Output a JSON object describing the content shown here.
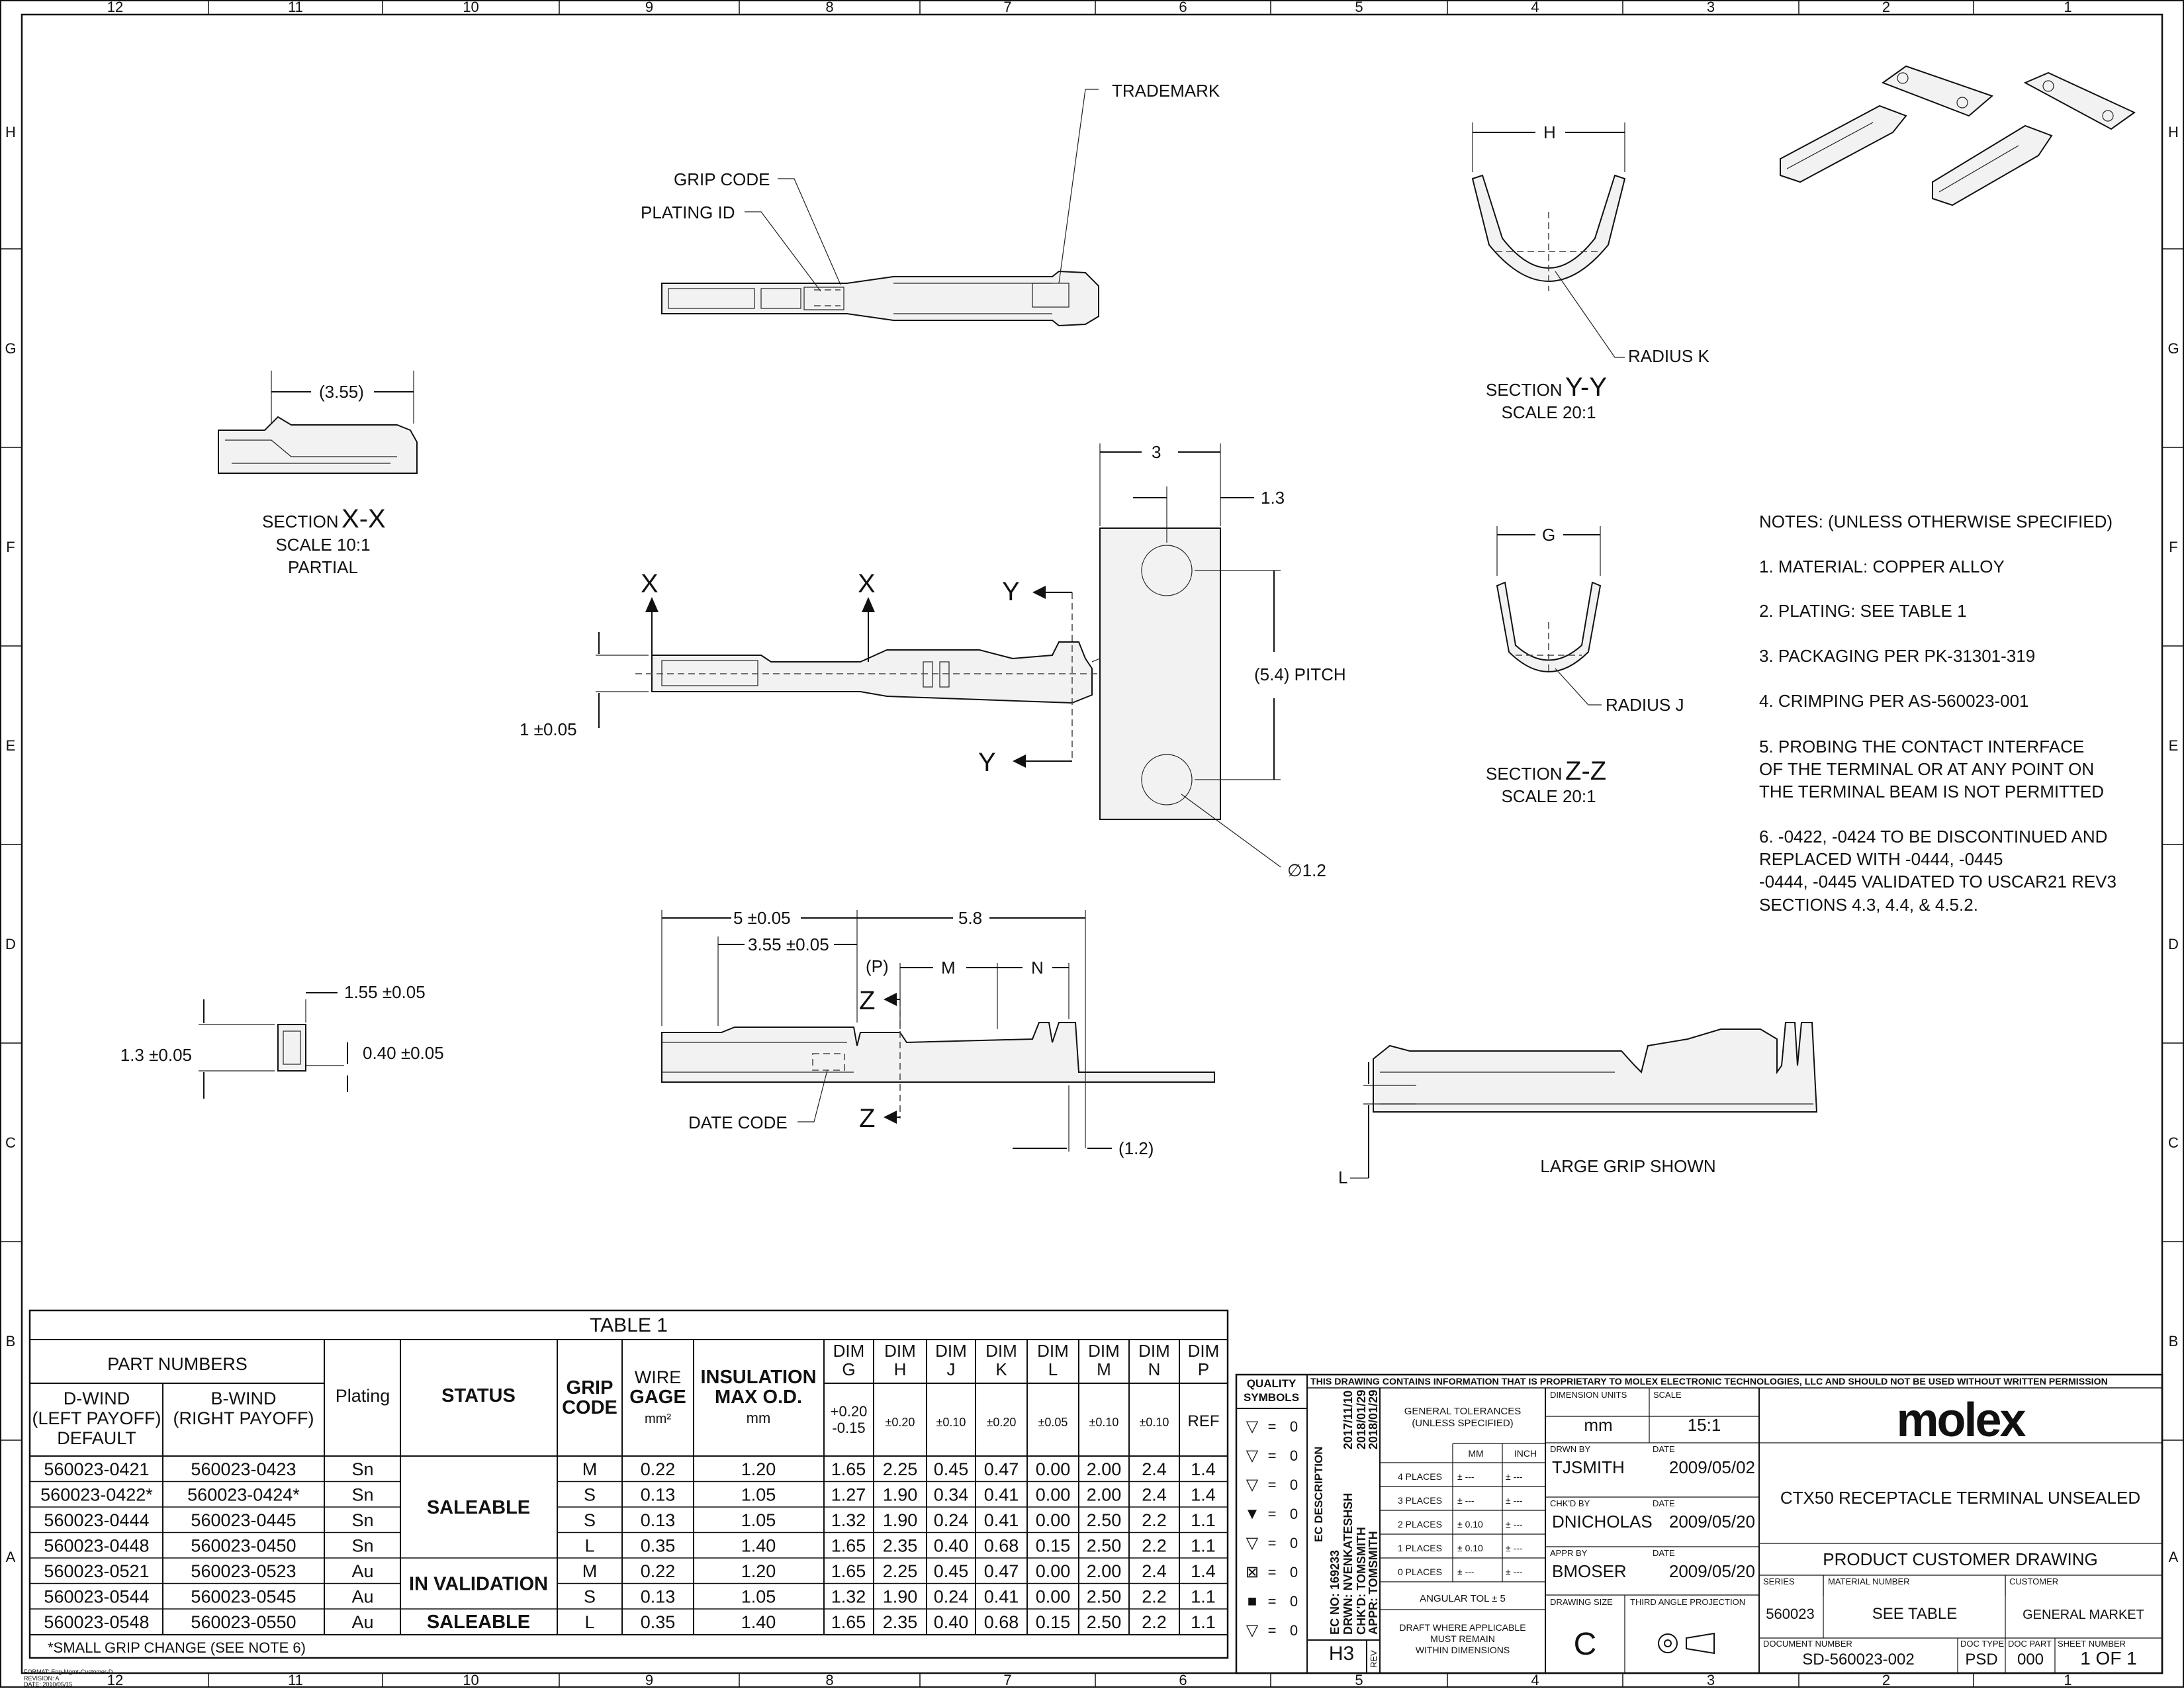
{
  "frame": {
    "columns": [
      "12",
      "11",
      "10",
      "9",
      "8",
      "7",
      "6",
      "5",
      "4",
      "3",
      "2",
      "1"
    ],
    "rows": [
      "H",
      "G",
      "F",
      "E",
      "D",
      "C",
      "B",
      "A"
    ]
  },
  "callouts": {
    "trademark": "TRADEMARK",
    "grip_code": "GRIP CODE",
    "plating_id": "PLATING ID",
    "date_code": "DATE CODE",
    "radius_k": "RADIUS K",
    "radius_j": "RADIUS J",
    "large_grip": "LARGE GRIP SHOWN",
    "pitch": "(5.4) PITCH",
    "hole_dia": "∅1.2"
  },
  "sections": {
    "xx": {
      "prefix": "SECTION",
      "name": "X-X",
      "scale": "SCALE 10:1",
      "note": "PARTIAL"
    },
    "yy": {
      "prefix": "SECTION",
      "name": "Y-Y",
      "scale": "SCALE 20:1"
    },
    "zz": {
      "prefix": "SECTION",
      "name": "Z-Z",
      "scale": "SCALE 20:1"
    }
  },
  "dimensions": {
    "d355_paren": "(3.55)",
    "d3": "3",
    "d13": "1.3",
    "d1": "1 ±0.05",
    "d5": "5 ±0.05",
    "d58": "5.8",
    "d355": "3.55 ±0.05",
    "p": "(P)",
    "m": "M",
    "n": "N",
    "d12": "(1.2)",
    "h": "H",
    "g": "G",
    "l": "L",
    "d155": "1.55 ±0.05",
    "d13b": "1.3 ±0.05",
    "d040": "0.40 ±0.05"
  },
  "section_letters": {
    "x": "X",
    "y": "Y",
    "z": "Z"
  },
  "notes": [
    "NOTES: (UNLESS OTHERWISE SPECIFIED)",
    "1. MATERIAL: COPPER ALLOY",
    "2. PLATING: SEE TABLE 1",
    "3. PACKAGING PER PK-31301-319",
    "4. CRIMPING PER AS-560023-001",
    "5. PROBING THE CONTACT INTERFACE",
    "OF THE TERMINAL OR AT ANY POINT ON",
    "THE TERMINAL BEAM IS NOT PERMITTED",
    "6. -0422, -0424 TO BE DISCONTINUED AND",
    "REPLACED WITH -0444, -0445",
    "-0444, -0445 VALIDATED TO USCAR21 REV3",
    "SECTIONS 4.3, 4.4, & 4.5.2."
  ],
  "table1": {
    "title": "TABLE 1",
    "part_numbers": "PART NUMBERS",
    "dwind": [
      "D-WIND",
      "(LEFT PAYOFF)",
      "DEFAULT"
    ],
    "bwind": [
      "B-WIND",
      "(RIGHT PAYOFF)"
    ],
    "plating": "Plating",
    "status": "STATUS",
    "grip": [
      "GRIP",
      "CODE"
    ],
    "wire": [
      "WIRE",
      "GAGE",
      "mm²"
    ],
    "insul": [
      "INSULATION",
      "MAX O.D.",
      "mm"
    ],
    "dims": [
      {
        "a": "DIM",
        "b": "G",
        "tol": "+0.20\n-0.15"
      },
      {
        "a": "DIM",
        "b": "H",
        "tol": "±0.20"
      },
      {
        "a": "DIM",
        "b": "J",
        "tol": "±0.10"
      },
      {
        "a": "DIM",
        "b": "K",
        "tol": "±0.20"
      },
      {
        "a": "DIM",
        "b": "L",
        "tol": "±0.05"
      },
      {
        "a": "DIM",
        "b": "M",
        "tol": "±0.10"
      },
      {
        "a": "DIM",
        "b": "N",
        "tol": "±0.10"
      },
      {
        "a": "DIM",
        "b": "P",
        "tol": "REF"
      }
    ],
    "rows": [
      [
        "560023-0421",
        "560023-0423",
        "Sn",
        "M",
        "0.22",
        "1.20",
        "1.65",
        "2.25",
        "0.45",
        "0.47",
        "0.00",
        "2.00",
        "2.4",
        "1.4"
      ],
      [
        "560023-0422*",
        "560023-0424*",
        "Sn",
        "S",
        "0.13",
        "1.05",
        "1.27",
        "1.90",
        "0.34",
        "0.41",
        "0.00",
        "2.00",
        "2.4",
        "1.4"
      ],
      [
        "560023-0444",
        "560023-0445",
        "Sn",
        "S",
        "0.13",
        "1.05",
        "1.32",
        "1.90",
        "0.24",
        "0.41",
        "0.00",
        "2.50",
        "2.2",
        "1.1"
      ],
      [
        "560023-0448",
        "560023-0450",
        "Sn",
        "L",
        "0.35",
        "1.40",
        "1.65",
        "2.35",
        "0.40",
        "0.68",
        "0.15",
        "2.50",
        "2.2",
        "1.1"
      ],
      [
        "560023-0521",
        "560023-0523",
        "Au",
        "M",
        "0.22",
        "1.20",
        "1.65",
        "2.25",
        "0.45",
        "0.47",
        "0.00",
        "2.00",
        "2.4",
        "1.4"
      ],
      [
        "560023-0544",
        "560023-0545",
        "Au",
        "S",
        "0.13",
        "1.05",
        "1.32",
        "1.90",
        "0.24",
        "0.41",
        "0.00",
        "2.50",
        "2.2",
        "1.1"
      ],
      [
        "560023-0548",
        "560023-0550",
        "Au",
        "L",
        "0.35",
        "1.40",
        "1.65",
        "2.35",
        "0.40",
        "0.68",
        "0.15",
        "2.50",
        "2.2",
        "1.1"
      ]
    ],
    "status_groups": [
      "SALEABLE",
      "IN VALIDATION",
      "SALEABLE"
    ],
    "footnote": "*SMALL GRIP CHANGE (SEE NOTE 6)"
  },
  "title_block": {
    "quality": "QUALITY",
    "symbols": "SYMBOLS",
    "q_values": [
      "0",
      "0",
      "0",
      "0",
      "0",
      "0",
      "0",
      "0"
    ],
    "proprietary": "THIS DRAWING CONTAINS INFORMATION THAT IS PROPRIETARY TO MOLEX ELECTRONIC TECHNOLOGIES, LLC AND SHOULD NOT BE USED WITHOUT WRITTEN PERMISSION",
    "ec_desc": "EC DESCRIPTION",
    "ec_no": "EC NO: 169233",
    "drwn": "DRWN: NVENKATESHSH",
    "chkd": "CHK'D: TOMSMITH",
    "appr": "APPR: TOMSMITH",
    "dates": [
      "2017/11/10",
      "2018/01/29",
      "2018/01/29"
    ],
    "rev_val": "H3",
    "rev": "REV",
    "gen_tol": [
      "GENERAL TOLERANCES",
      "(UNLESS SPECIFIED)"
    ],
    "mm": "MM",
    "inch": "INCH",
    "places": [
      "4 PLACES",
      "3 PLACES",
      "2 PLACES",
      "1 PLACES",
      "0 PLACES"
    ],
    "tol_mm": [
      "± ---",
      "± ---",
      "± 0.10",
      "± 0.10",
      "± ---"
    ],
    "tol_in": [
      "± ---",
      "± ---",
      "± ---",
      "± ---",
      "± ---"
    ],
    "angular": "ANGULAR TOL ± 5",
    "draft": [
      "DRAFT WHERE APPLICABLE",
      "MUST REMAIN",
      "WITHIN DIMENSIONS"
    ],
    "dim_units_lbl": "DIMENSION UNITS",
    "dim_units": "mm",
    "scale_lbl": "SCALE",
    "scale": "15:1",
    "drwn_by_lbl": "DRWN BY",
    "date_lbl": "DATE",
    "drwn_by": "TJSMITH",
    "drwn_date": "2009/05/02",
    "chkd_by_lbl": "CHK'D BY",
    "chkd_by": "DNICHOLAS",
    "chkd_date": "2009/05/20",
    "appr_by_lbl": "APPR BY",
    "appr_by": "BMOSER",
    "appr_date": "2009/05/20",
    "drawing_size_lbl": "DRAWING SIZE",
    "drawing_size": "C",
    "third_angle": "THIRD ANGLE PROJECTION",
    "logo": "molex",
    "title": "CTX50 RECEPTACLE TERMINAL UNSEALED",
    "product": "PRODUCT CUSTOMER DRAWING",
    "series_lbl": "SERIES",
    "series": "560023",
    "material_lbl": "MATERIAL NUMBER",
    "material": "SEE TABLE",
    "customer_lbl": "CUSTOMER",
    "customer": "GENERAL MARKET",
    "docnum_lbl": "DOCUMENT NUMBER",
    "docnum": "SD-560023-002",
    "doctype_lbl": "DOC TYPE",
    "doctype": "PSD",
    "docpart_lbl": "DOC PART",
    "docpart": "000",
    "sheet_lbl": "SHEET NUMBER",
    "sheet": "1 OF 1"
  },
  "format_note": [
    "FORMAT: Eng-Mgmt-Customer-D",
    "REVISION: A",
    "DATE: 2010/05/15"
  ]
}
